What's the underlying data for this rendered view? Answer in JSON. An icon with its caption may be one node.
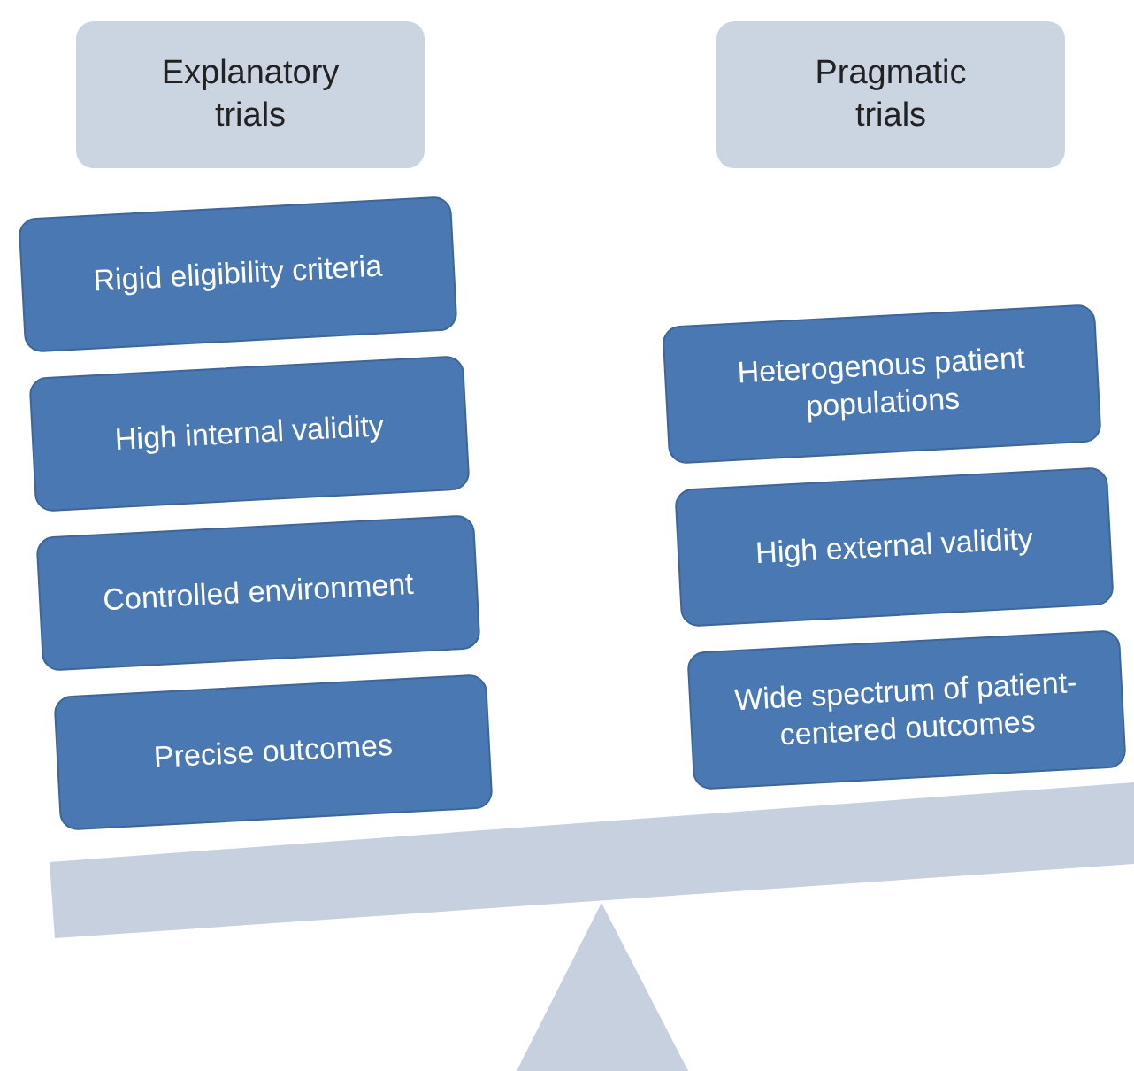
{
  "diagram": {
    "nodes": [
      {
        "text": [
          "Explanatory trials"
        ]
      },
      {
        "text": [
          "Pragmatic trials"
        ]
      },
      {
        "text": [
          "Rigid eligibility criteria"
        ]
      },
      {
        "text": [
          "High internal validity"
        ]
      },
      {
        "text": [
          "Controlled environment"
        ]
      },
      {
        "text": [
          "Precise outcomes"
        ]
      },
      {
        "text": [
          "Heterogenous patient populations"
        ]
      },
      {
        "text": [
          "High external validity"
        ]
      },
      {
        "text": [
          "Wide spectrum of patient-centered outcomes"
        ]
      }
    ],
    "edges": []
  }
}
